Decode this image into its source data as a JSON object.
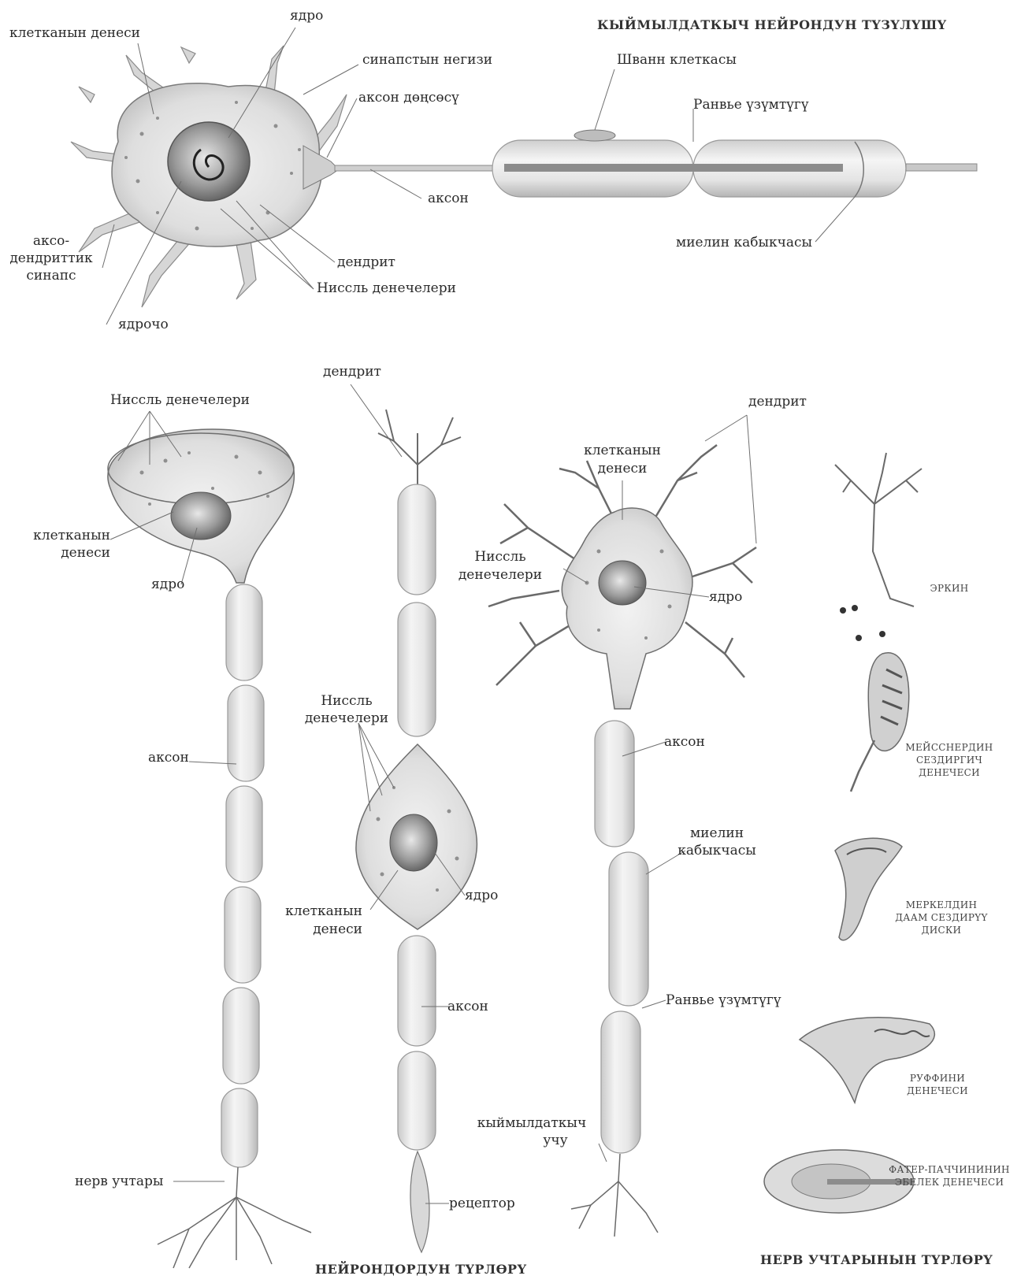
{
  "titles": {
    "motor_neuron": "КЫЙМЫЛДАТКЫЧ НЕЙРОНДУН ТҮЗҮЛҮШҮ",
    "neuron_types": "НЕЙРОНДОРДУН ТҮРЛӨРҮ",
    "nerve_ending_types": "НЕРВ УЧТАРЫНЫН ТҮРЛӨРҮ"
  },
  "motor_neuron": {
    "cell_body": "клетканын денеси",
    "nucleus": "ядро",
    "synapse_base": "синапстын негизи",
    "axon_hillock": "аксон дөңсөсү",
    "schwann_cell": "Шванн клеткасы",
    "ranvier_node": "Ранвье үзүмтүгү",
    "axon": "аксон",
    "myelin_sheath": "миелин кабыкчасы",
    "axo_dendritic_synapse_1": "аксо-",
    "axo_dendritic_synapse_2": "дендриттик",
    "axo_dendritic_synapse_3": "синапс",
    "dendrite": "дендрит",
    "nissl_bodies": "Ниссль денечелери",
    "nucleolus": "ядрочо"
  },
  "unipolar": {
    "nissl_bodies": "Ниссль денечелери",
    "cell_body_1": "клетканын",
    "cell_body_2": "денеси",
    "nucleus": "ядро",
    "axon": "аксон",
    "nerve_endings": "нерв учтары"
  },
  "bipolar": {
    "dendrite": "дендрит",
    "nissl_1": "Ниссль",
    "nissl_2": "денечелери",
    "cell_body_1": "клетканын",
    "cell_body_2": "денеси",
    "nucleus": "ядро",
    "axon": "аксон",
    "receptor": "рецептор"
  },
  "multipolar": {
    "dendrite": "дендрит",
    "cell_body_1": "клетканын",
    "cell_body_2": "денеси",
    "nissl_1": "Ниссль",
    "nissl_2": "денечелери",
    "nucleus": "ядро",
    "axon": "аксон",
    "myelin_1": "миелин",
    "myelin_2": "кабыкчасы",
    "ranvier_node": "Ранвье үзүмтүгү",
    "motor_end_1": "кыймылдаткыч",
    "motor_end_2": "учу"
  },
  "nerve_endings": {
    "free": "ЭРКИН",
    "meissner_1": "МЕЙССНЕРДИН",
    "meissner_2": "СЕЗДИРГИЧ",
    "meissner_3": "ДЕНЕЧЕСИ",
    "merkel_1": "МЕРКЕЛДИН",
    "merkel_2": "ДААМ СЕЗДИРҮҮ",
    "merkel_3": "ДИСКИ",
    "ruffini_1": "РУФФИНИ",
    "ruffini_2": "ДЕНЕЧЕСИ",
    "pacini_1": "ФАТЕР-ПАЧЧИНИНИН",
    "pacini_2": "ЭБЕЛЕК ДЕНЕЧЕСИ"
  }
}
